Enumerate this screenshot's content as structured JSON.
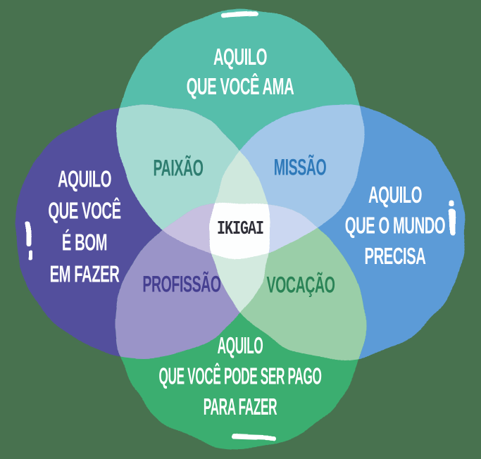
{
  "background_color": "#48724F",
  "diagram": {
    "name": "ikigai-venn-diagram",
    "center": {
      "label": "IKIGAI",
      "fill": "#FDFEFE",
      "text_color": "#2F2F38"
    },
    "circles": {
      "love": {
        "position": "top",
        "label": "AQUILO QUE VOCÊ AMA",
        "line1": "AQUILO",
        "line2": "QUE VOCÊ AMA",
        "color": "#56BEAB",
        "text_color": "#FFFFFF"
      },
      "good_at": {
        "position": "left",
        "label": "AQUILO QUE VOCÊ É BOM EM FAZER",
        "line1": "AQUILO",
        "line2": "QUE VOCÊ",
        "line3": "É BOM",
        "line4": "EM FAZER",
        "color": "#534F9D",
        "text_color": "#FFFFFF"
      },
      "world_needs": {
        "position": "right",
        "label": "AQUILO QUE O MUNDO PRECISA",
        "line1": "AQUILO",
        "line2": "QUE O MUNDO",
        "line3": "PRECISA",
        "color": "#5C9BD7",
        "text_color": "#FFFFFF"
      },
      "paid_for": {
        "position": "bottom",
        "label": "AQUILO QUE VOCÊ PODE SER PAGO PARA FAZER",
        "line1": "AQUILO",
        "line2": "QUE VOCÊ PODE SER PAGO",
        "line3": "PARA FAZER",
        "color": "#3BAE6F",
        "text_color": "#FFFFFF"
      }
    },
    "overlaps": {
      "paixao": {
        "label": "PAIXÃO",
        "between": "love + good_at",
        "fill": "#A6DAD2",
        "text_color": "#2E7D70"
      },
      "missao": {
        "label": "MISSÃO",
        "between": "love + world_needs",
        "fill": "#A3C7E9",
        "text_color": "#2E79B9"
      },
      "profissao": {
        "label": "PROFISSÃO",
        "between": "good_at + paid_for",
        "fill": "#9A94C8",
        "text_color": "#453F90"
      },
      "vocacao": {
        "label": "VOCAÇÃO",
        "between": "world_needs + paid_for",
        "fill": "#9ACEA8",
        "text_color": "#2A8356"
      }
    },
    "triple_overlaps": {
      "top": {
        "fill": "#CFE8DD"
      },
      "left": {
        "fill": "#C7C0E0"
      },
      "right": {
        "fill": "#CBD7F1"
      },
      "bottom": {
        "fill": "#D3EADF"
      }
    },
    "watercolor_mark_color": "#FFFFFF"
  }
}
